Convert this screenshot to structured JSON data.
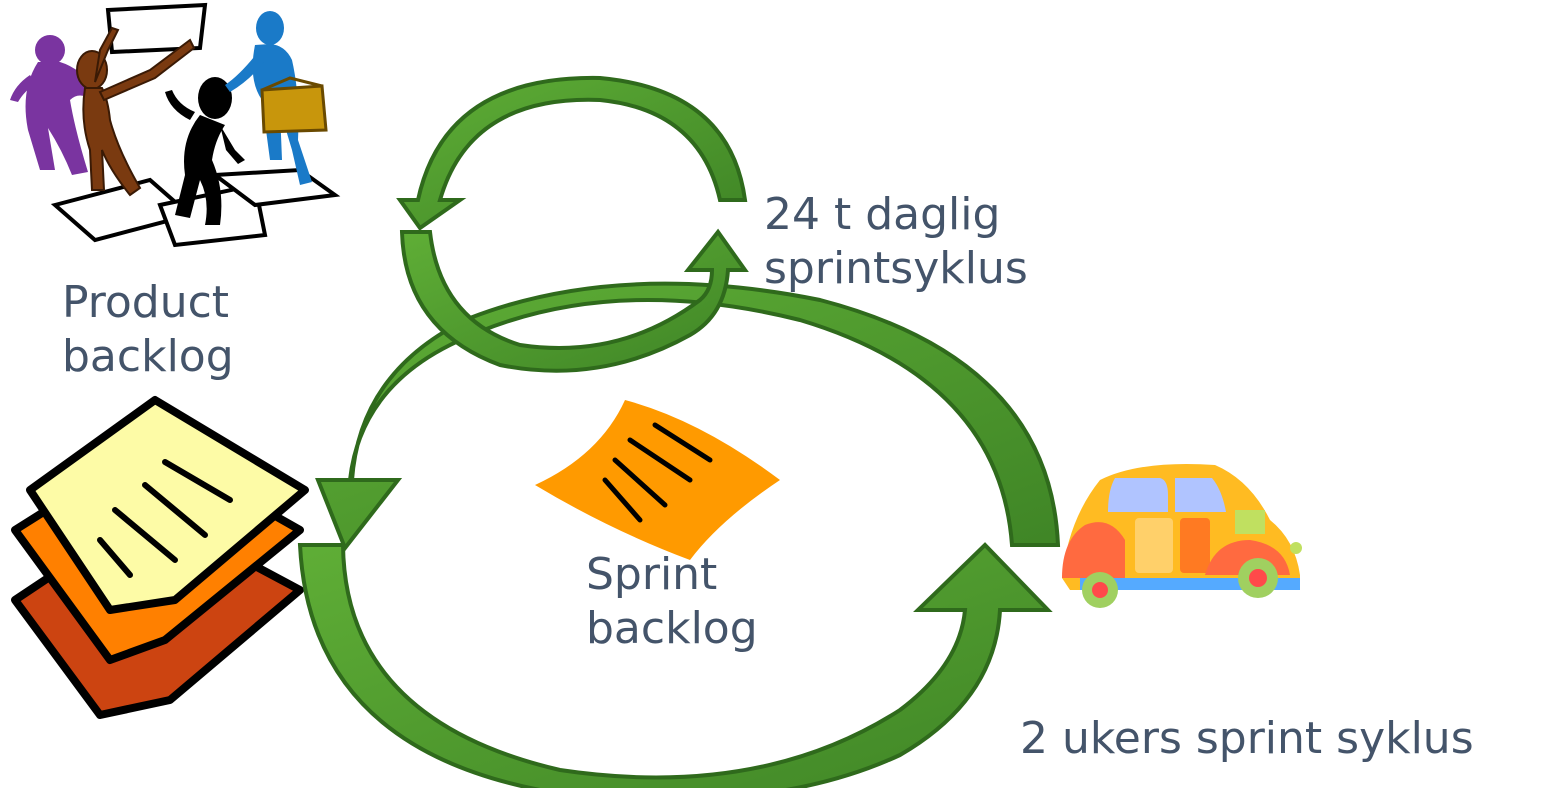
{
  "labels": {
    "product_backlog": [
      "Product",
      "backlog"
    ],
    "daily_cycle": [
      "24 t daglig",
      "sprintsyklus"
    ],
    "sprint_backlog": [
      "Sprint",
      "backlog"
    ],
    "two_week_cycle": "2 ukers sprint syklus"
  },
  "icons": {
    "team": "team-illustration",
    "paper_stack": "paper-stack-icon",
    "sprint_note": "note-icon",
    "car": "car-icon",
    "cycle_arrow": "cycle-arrow-icon"
  },
  "colors": {
    "text": "#44546a",
    "arrow_fill": "#4f9a2f",
    "arrow_stroke": "#2f6a1c",
    "paper_yellow": "#fdfba6",
    "paper_orange": "#ff8000",
    "paper_red": "#cc4411",
    "note_orange": "#ff9a00"
  }
}
